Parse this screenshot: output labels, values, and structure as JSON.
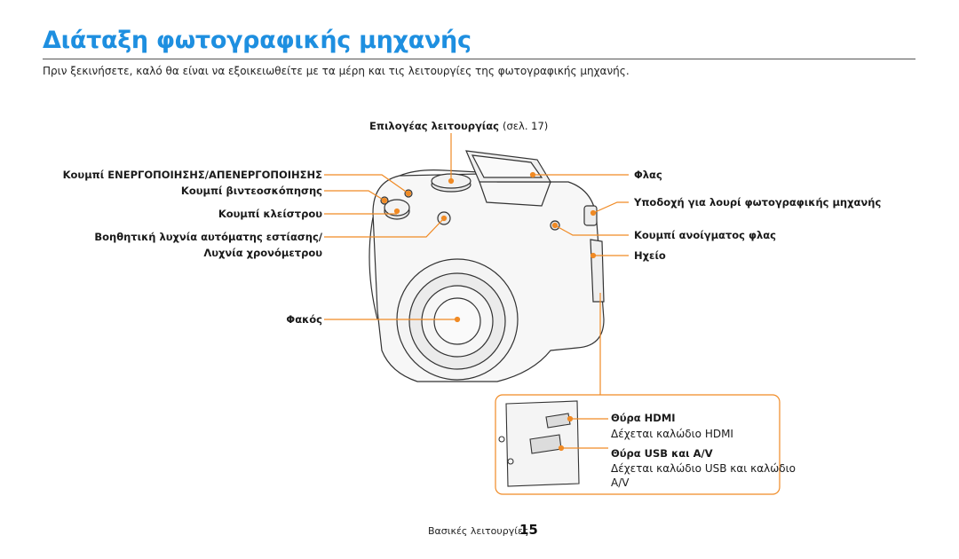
{
  "page": {
    "title": "Διάταξη φωτογραφικής μηχανής",
    "intro": "Πριν ξεκινήσετε, καλό θα είναι να εξοικειωθείτε με τα μέρη και τις λειτουργίες της φωτογραφικής μηχανής."
  },
  "labels": {
    "mode_dial": "Επιλογέας λειτουργίας",
    "mode_dial_ref": "(σελ. 17)",
    "power": "Κουμπί ΕΝΕΡΓΟΠΟΙΗΣΗΣ/ΑΠΕΝΕΡΓΟΠΟΙΗΣΗΣ",
    "video": "Κουμπί βιντεοσκόπησης",
    "shutter": "Κουμπί κλείστρου",
    "af_lamp_1": "Βοηθητική λυχνία αυτόματης εστίασης/",
    "af_lamp_2": "Λυχνία χρονόμετρου",
    "lens": "Φακός",
    "flash": "Φλας",
    "strap": "Υποδοχή για λουρί φωτογραφικής μηχανής",
    "flash_open": "Κουμπί ανοίγματος φλας",
    "speaker": "Ηχείο"
  },
  "ports": {
    "hdmi_title": "Θύρα HDMI",
    "hdmi_desc": "Δέχεται καλώδιο HDMI",
    "usb_title": "Θύρα USB και A/V",
    "usb_desc_1": "Δέχεται καλώδιο USB και καλώδιο",
    "usb_desc_2": "A/V"
  },
  "footer": {
    "section": "Βασικές λειτουργίες",
    "page_number": "15"
  },
  "colors": {
    "title": "#1e8fe0",
    "callout": "#f08a24"
  }
}
